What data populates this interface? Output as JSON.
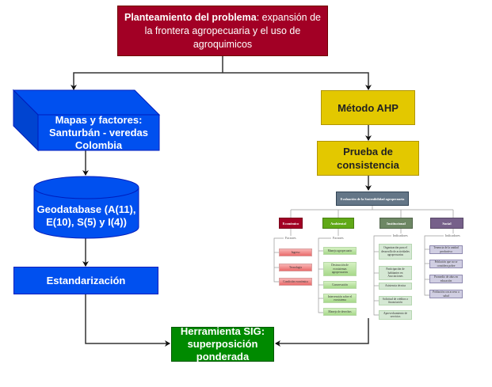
{
  "diagram": {
    "problem": {
      "bold_part": "Planteamiento del problema",
      "rest": ": expansión de la frontera agropecuaria y el uso de agroquimicos"
    },
    "maps_box": "Mapas y factores: Santurbán - veredas Colombia",
    "geodatabase": "Geodatabase (A(11), E(10), S(5) y I(4))",
    "standardization": "Estandarización",
    "ahp_method": "Método AHP",
    "consistency_test": "Prueba de consistencia",
    "sig_tool": "Herramienta SIG: superposición ponderada",
    "colors": {
      "problem": "#a20025",
      "blue": "#0050ef",
      "yellow": "#e3c800",
      "green": "#008a00",
      "ahp_root": "#647687"
    },
    "ahp_tree": {
      "root": "Evaluación de la Sostenibilidad agropecuaria",
      "categories": [
        {
          "name": "Económico",
          "color": "#a20025",
          "sublabel": "Factores",
          "items": [
            "Ingreso",
            "Tecnología",
            "Condición económica"
          ]
        },
        {
          "name": "Ambiental",
          "color": "#60a917",
          "sublabel": "Factores",
          "items": [
            "Manejo agropecuario",
            "Destrucción de ecosistemas agropecuarios",
            "Conservación",
            "Intervención sobre el ecosistema",
            "Manejo de desechos"
          ]
        },
        {
          "name": "Institucional",
          "color": "#6d8764",
          "sublabel": "Indicadores",
          "items": [
            "Organización para el desarrollo de actividades agropecuarias",
            "Participación de habitantes en Asociaciones",
            "Asistencia técnica",
            "Solicitud de créditos o financiación",
            "Aprovechamiento de servicios"
          ]
        },
        {
          "name": "Social",
          "color": "#76608a",
          "sublabel": "Indicadores",
          "items": [
            "Tenencia de la unidad productiva",
            "Población que no se considera pobre",
            "Promedio de años en educación",
            "Población con acceso a salud"
          ]
        }
      ]
    }
  }
}
